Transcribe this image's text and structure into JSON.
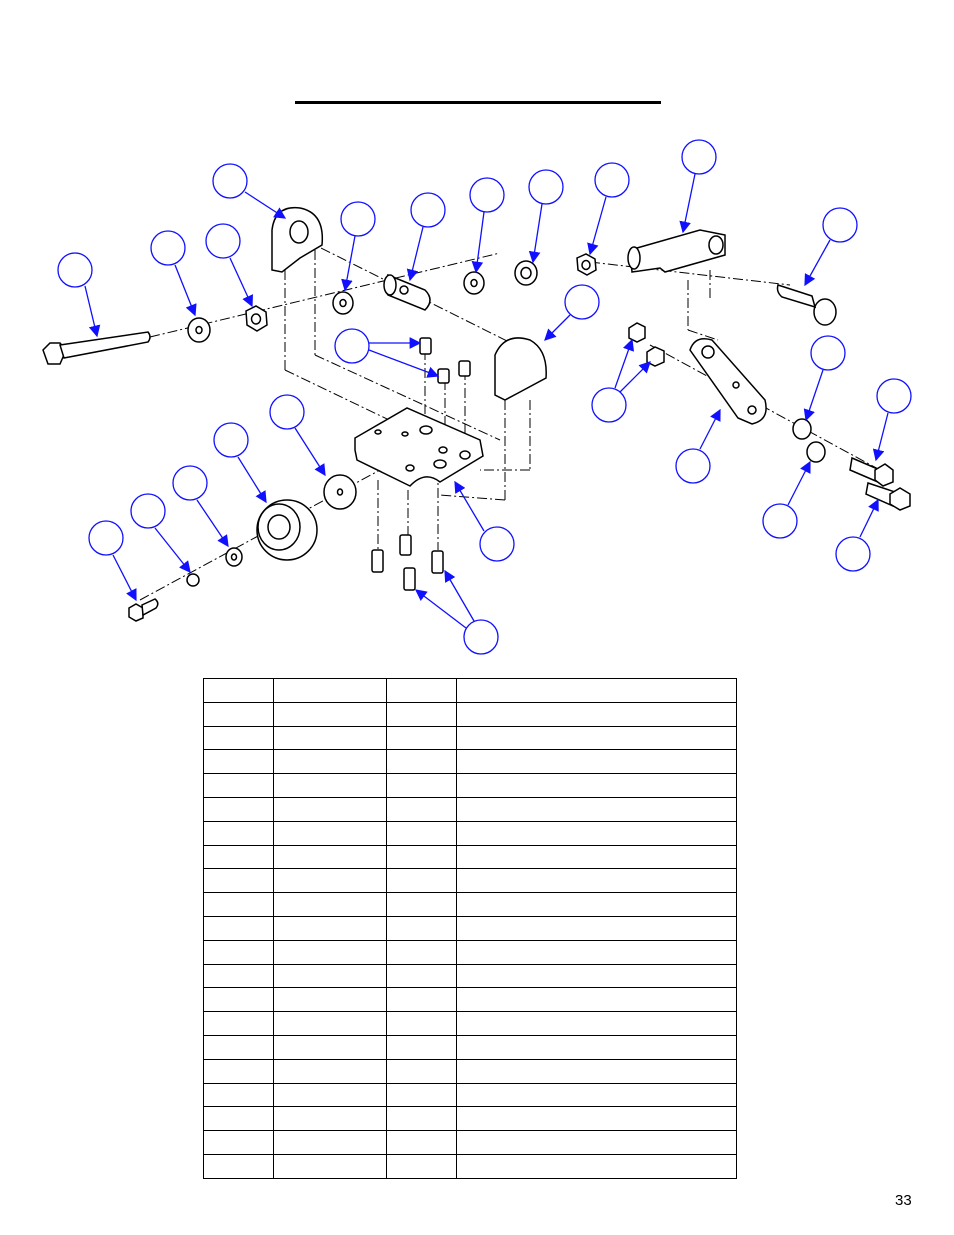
{
  "page": {
    "number": "33"
  },
  "parts_table": {
    "row_count": 21,
    "column_count": 4
  }
}
